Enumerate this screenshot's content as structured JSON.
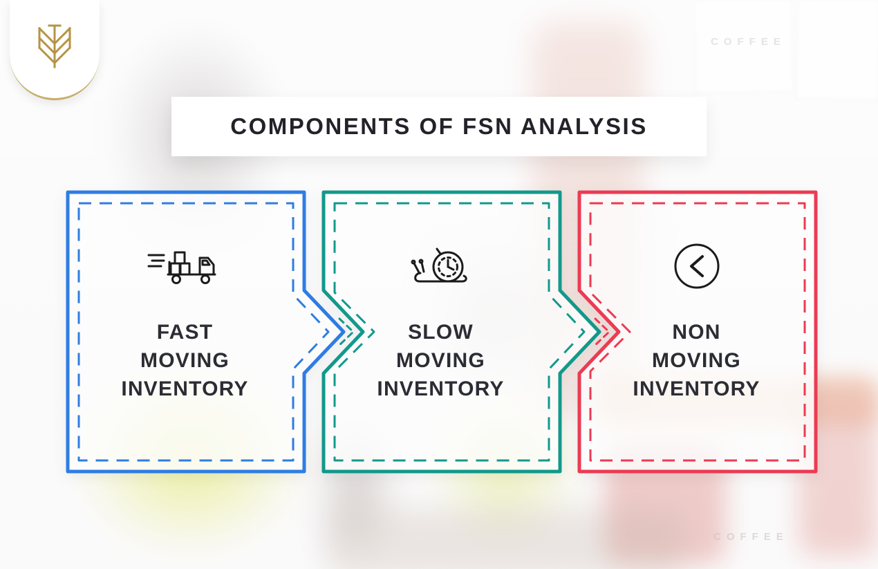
{
  "title": {
    "text": "COMPONENTS OF FSN ANALYSIS"
  },
  "logo": {
    "name": "gold-crest-emblem",
    "color": "#b49445"
  },
  "components": [
    {
      "id": "fast",
      "icon": "fast-delivery-truck-icon",
      "color": "#2e7de2",
      "lines": [
        "FAST",
        "MOVING",
        "INVENTORY"
      ]
    },
    {
      "id": "slow",
      "icon": "snail-clock-icon",
      "color": "#12998b",
      "lines": [
        "SLOW",
        "MOVING",
        "INVENTORY"
      ]
    },
    {
      "id": "non",
      "icon": "less-than-circle-icon",
      "color": "#eb3b53",
      "lines": [
        "NON",
        "MOVING",
        "INVENTORY"
      ]
    }
  ],
  "background": {
    "photo_text_top_right": "COFFEE",
    "photo_text_bottom_right": "COFFEE"
  }
}
